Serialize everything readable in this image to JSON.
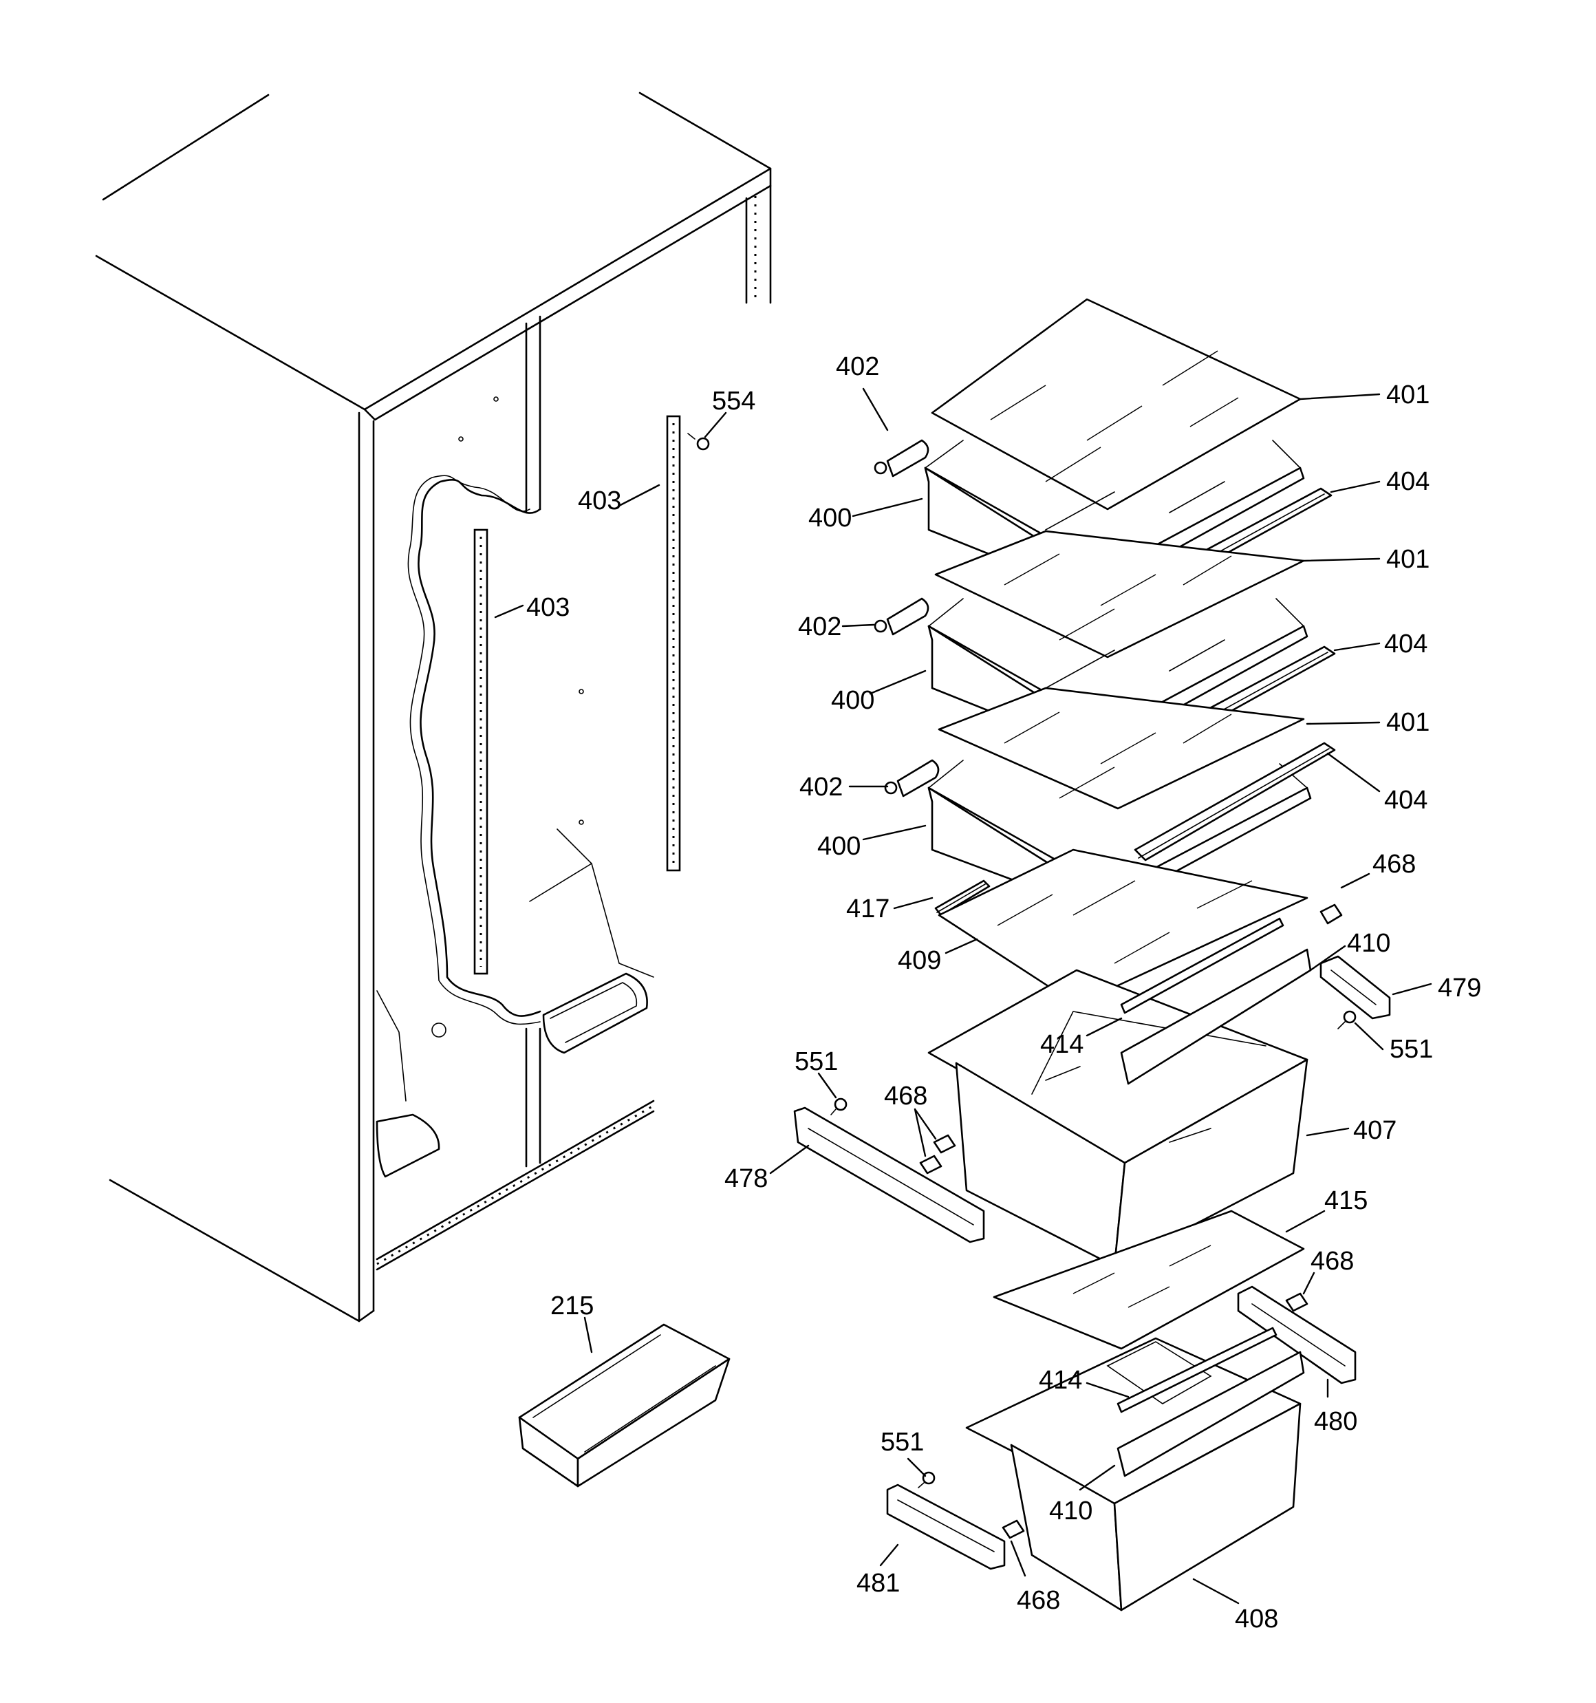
{
  "callouts": [
    {
      "id": "c-402a",
      "text": "402"
    },
    {
      "id": "c-401a",
      "text": "401"
    },
    {
      "id": "c-554",
      "text": "554"
    },
    {
      "id": "c-403a",
      "text": "403"
    },
    {
      "id": "c-400a",
      "text": "400"
    },
    {
      "id": "c-404a",
      "text": "404"
    },
    {
      "id": "c-401b",
      "text": "401"
    },
    {
      "id": "c-403b",
      "text": "403"
    },
    {
      "id": "c-402b",
      "text": "402"
    },
    {
      "id": "c-404b",
      "text": "404"
    },
    {
      "id": "c-400b",
      "text": "400"
    },
    {
      "id": "c-401c",
      "text": "401"
    },
    {
      "id": "c-402c",
      "text": "402"
    },
    {
      "id": "c-404c",
      "text": "404"
    },
    {
      "id": "c-400c",
      "text": "400"
    },
    {
      "id": "c-468a",
      "text": "468"
    },
    {
      "id": "c-417",
      "text": "417"
    },
    {
      "id": "c-410a",
      "text": "410"
    },
    {
      "id": "c-409",
      "text": "409"
    },
    {
      "id": "c-479",
      "text": "479"
    },
    {
      "id": "c-414a",
      "text": "414"
    },
    {
      "id": "c-551a",
      "text": "551"
    },
    {
      "id": "c-551b",
      "text": "551"
    },
    {
      "id": "c-468b",
      "text": "468"
    },
    {
      "id": "c-407",
      "text": "407"
    },
    {
      "id": "c-478",
      "text": "478"
    },
    {
      "id": "c-415",
      "text": "415"
    },
    {
      "id": "c-215",
      "text": "215"
    },
    {
      "id": "c-468c",
      "text": "468"
    },
    {
      "id": "c-414b",
      "text": "414"
    },
    {
      "id": "c-480",
      "text": "480"
    },
    {
      "id": "c-551c",
      "text": "551"
    },
    {
      "id": "c-410b",
      "text": "410"
    },
    {
      "id": "c-481",
      "text": "481"
    },
    {
      "id": "c-468d",
      "text": "468"
    },
    {
      "id": "c-408",
      "text": "408"
    }
  ]
}
